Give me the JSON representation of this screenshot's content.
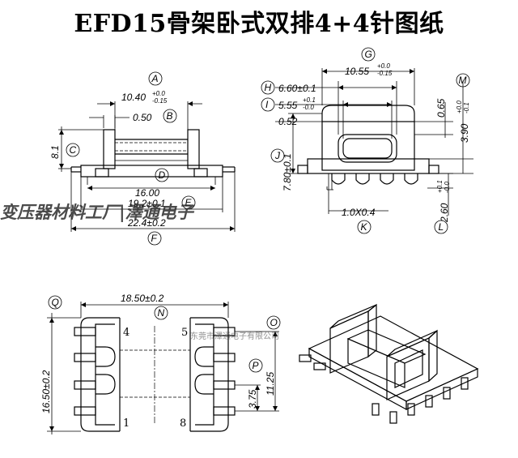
{
  "title": "EFD15骨架卧式双排4+4针图纸",
  "watermark": {
    "main": "变压器材料工厂|澤通电子",
    "small": "东莞市澤通电子有限公司"
  },
  "labels": {
    "A": "A",
    "B": "B",
    "C": "C",
    "D": "D",
    "E": "E",
    "F": "F",
    "G": "G",
    "H": "H",
    "I": "I",
    "J": "J",
    "K": "K",
    "L": "L",
    "M": "M",
    "N": "N",
    "O": "O",
    "P": "P",
    "Q": "Q"
  },
  "front_view": {
    "dim_A_value": "10.40",
    "dim_A_tol_upper": "+0.0",
    "dim_A_tol_lower": "-0.15",
    "dim_B": "0.50",
    "dim_C": "8.1",
    "dim_D": "16.00",
    "dim_E": "19.2±0.1",
    "dim_F": "22.4±0.2"
  },
  "side_view": {
    "dim_G_value": "10.55",
    "dim_G_tol_upper": "+0.0",
    "dim_G_tol_lower": "-0.15",
    "dim_H": "6.60±0.1",
    "dim_I_value": "5.55",
    "dim_I_tol_upper": "+0.1",
    "dim_I_tol_lower": "-0.0",
    "dim_052": "0.52",
    "dim_065": "0.65",
    "dim_M_value": "3.90",
    "dim_M_tol_upper": "+0.0",
    "dim_M_tol_lower": "-0.1",
    "dim_J": "7.80±0.1",
    "dim_K": "1.0X0.4",
    "dim_L_value": "2.60",
    "dim_L_tol_upper": "+0.1",
    "dim_L_tol_lower": "-0.0"
  },
  "top_view": {
    "dim_N": "18.50±0.2",
    "dim_Q": "16.50±0.2",
    "dim_O": "11.25",
    "dim_P": "3.75",
    "pin_4": "4",
    "pin_5": "5",
    "pin_1": "1",
    "pin_8": "8"
  }
}
